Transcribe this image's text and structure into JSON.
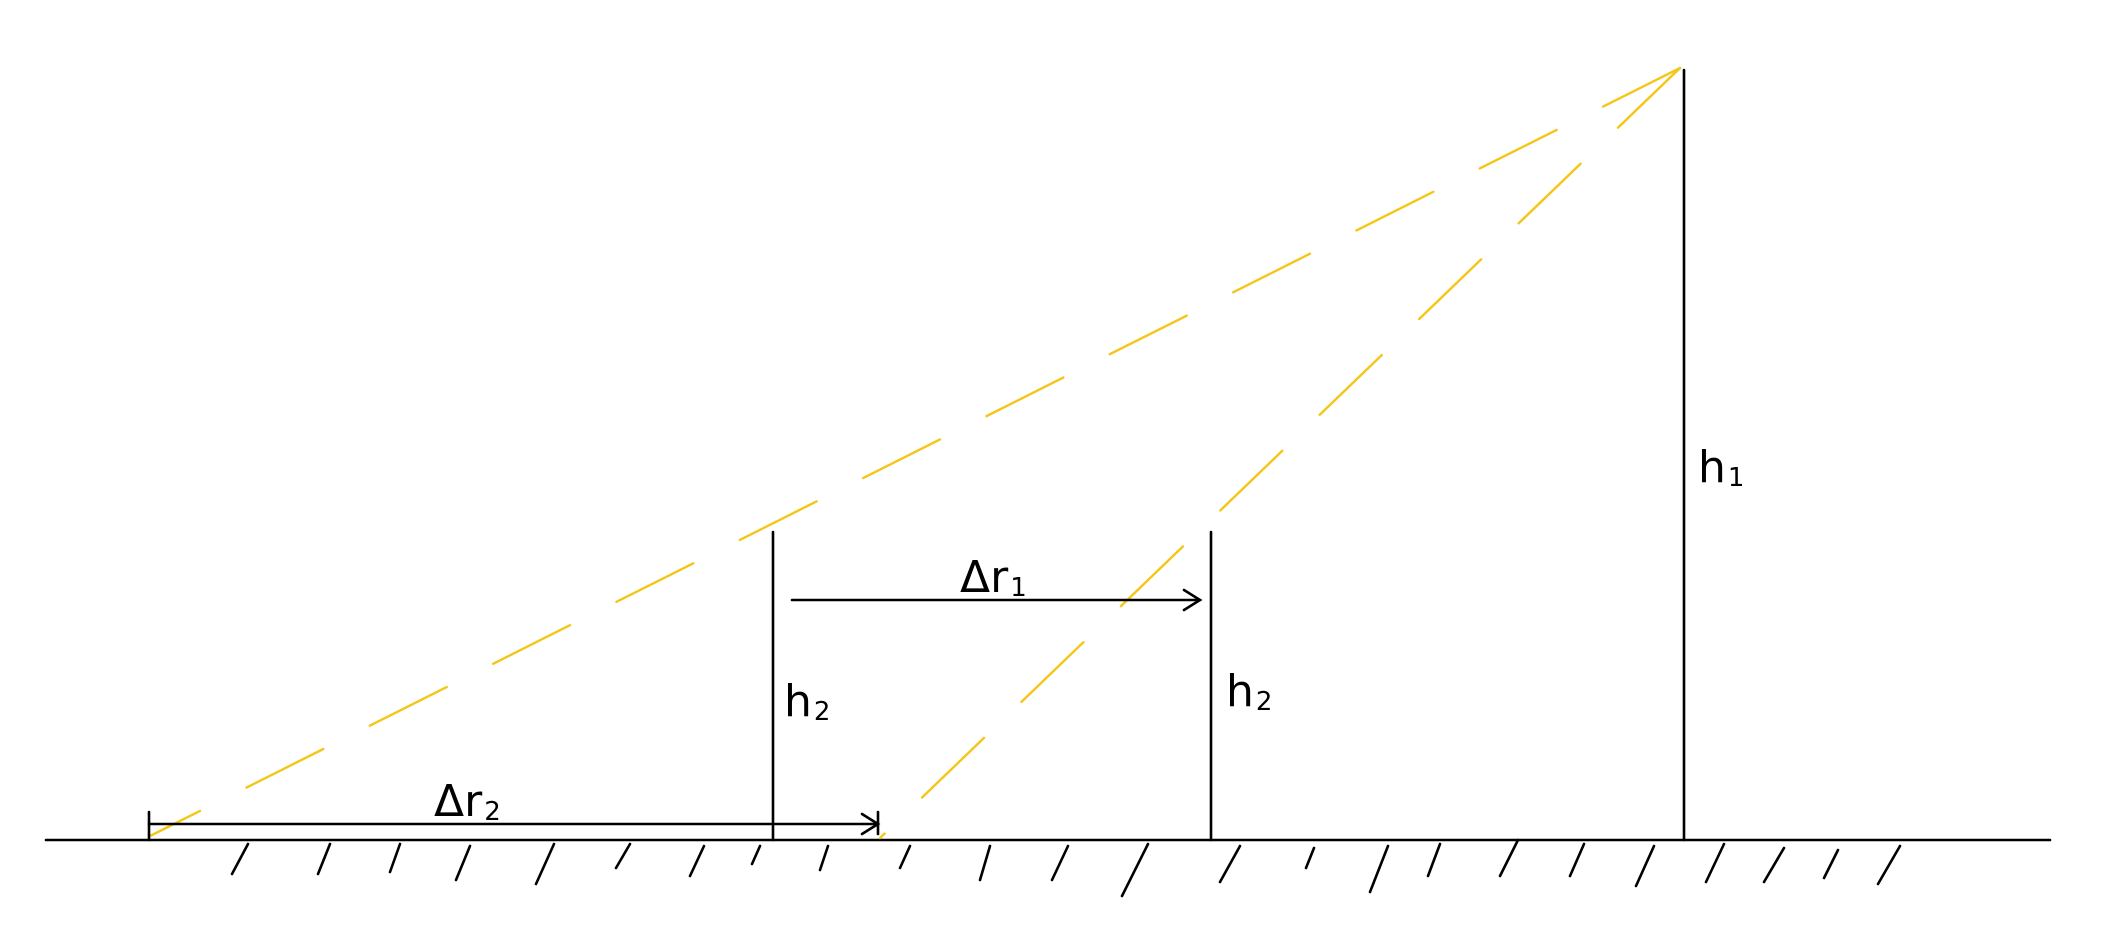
{
  "labels": {
    "h1": "h",
    "h1_sub": "1",
    "h2_left": "h",
    "h2_left_sub": "2",
    "h2_right": "h",
    "h2_right_sub": "2",
    "dr1": "Δr",
    "dr1_sub": "1",
    "dr2": "Δr",
    "dr2_sub": "2"
  },
  "colors": {
    "ray": "#f5c518",
    "ink": "#000000"
  }
}
